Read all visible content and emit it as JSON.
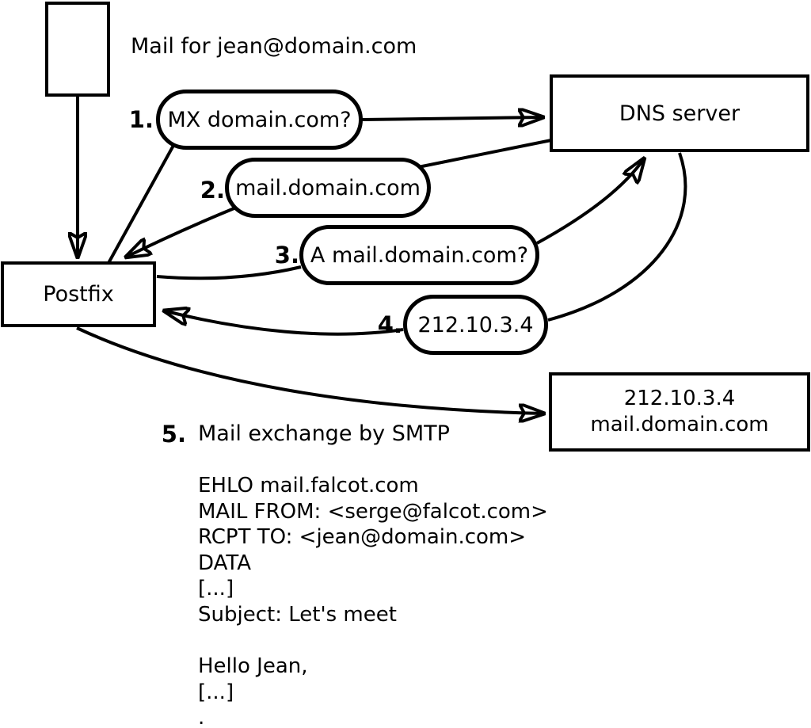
{
  "colors": {
    "stroke": "#000000",
    "background": "#ffffff"
  },
  "diagram": {
    "intro_label": "Mail for jean@domain.com",
    "nodes": {
      "postfix": {
        "label": "Postfix"
      },
      "dns_server": {
        "label": "DNS server"
      },
      "destination": {
        "line1": "212.10.3.4",
        "line2": "mail.domain.com"
      }
    },
    "steps": [
      {
        "number": "1.",
        "label": "MX domain.com?"
      },
      {
        "number": "2.",
        "label": "mail.domain.com"
      },
      {
        "number": "3.",
        "label": "A mail.domain.com?"
      },
      {
        "number": "4.",
        "label": "212.10.3.4"
      },
      {
        "number": "5.",
        "label": "Mail exchange by SMTP"
      }
    ],
    "smtp_session": [
      "EHLO mail.falcot.com",
      "MAIL FROM: <serge@falcot.com>",
      "RCPT TO: <jean@domain.com>",
      "DATA",
      "[...]",
      "Subject: Let's meet",
      "",
      "Hello Jean,",
      "[...]",
      "."
    ]
  }
}
